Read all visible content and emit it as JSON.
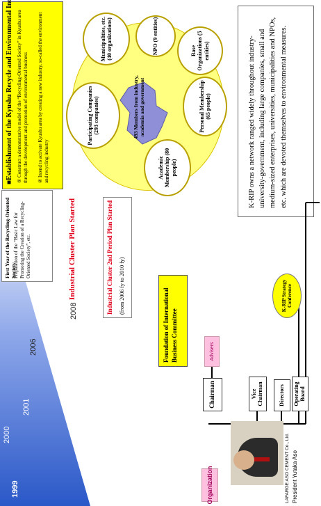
{
  "header": {
    "title": "■Establishment of the Kyushu Recycle and Environmental Industry Plaza",
    "bullet1": "① Construct a demonstrative model of the “Recycling-Oriented Society” in Kyushu area through the development and promotion of environmental business",
    "bullet2": "② Intend to activate Kyushu area by creating a new industry, so-called the environment and recycling industry"
  },
  "timeline": {
    "years": [
      "1999",
      "2000",
      "2001",
      "2006",
      "2008"
    ],
    "events": {
      "recycling_society_title": "First Year of the Recycling-Oriented Society",
      "recycling_society_body": "Preparation of the “Basic Law for Promoting the Creation of a Recycling-Oriented Society”, etc.",
      "cluster_plan": "Industrial Cluster Plan Started",
      "cluster_period2_title": "Industrial Cluster 2nd Period Plan Started",
      "cluster_period2_sub": "(from 2006 fy to 2010 fy)",
      "intl_committee": "Foundation of International Business Committee"
    }
  },
  "membership": {
    "center": "493 Members from industry, academia and government",
    "participating": "Participating Companies (293 companies)",
    "municipalities": "Municipalities, etc. (40 organizations)",
    "npo": "NPO (9 entities)",
    "base_orgs": "Base Organizations (5 entities)",
    "personal": "Personal Membership (65 people)",
    "academic": "Academic Membership (80 people)"
  },
  "description": "K-RIP owns a network ranged widely throughout industry-university-government, including large companies, small and medium-sized enterprises, universities, municipalities and NPOs, etc. which are devoted themselves to environmental measures.",
  "organization": {
    "label": "Organization",
    "chairman": "Chairman",
    "advisers": "Advisers",
    "vice_chairman": "Vice Chairman",
    "directors": "Directors",
    "operating_board": "Operating Board",
    "strategy": "K-RIP Strategy Conference"
  },
  "photo": {
    "company": "LAFARGE ASO CEMENT Co., Ltd.",
    "person": "President Yutaka Aso"
  },
  "colors": {
    "yellow": "#ffff00",
    "red_text": "#e0001b",
    "pink": "#ffc0e0",
    "gold_border": "#b8a000",
    "map_blue": "#8e8fd6"
  }
}
